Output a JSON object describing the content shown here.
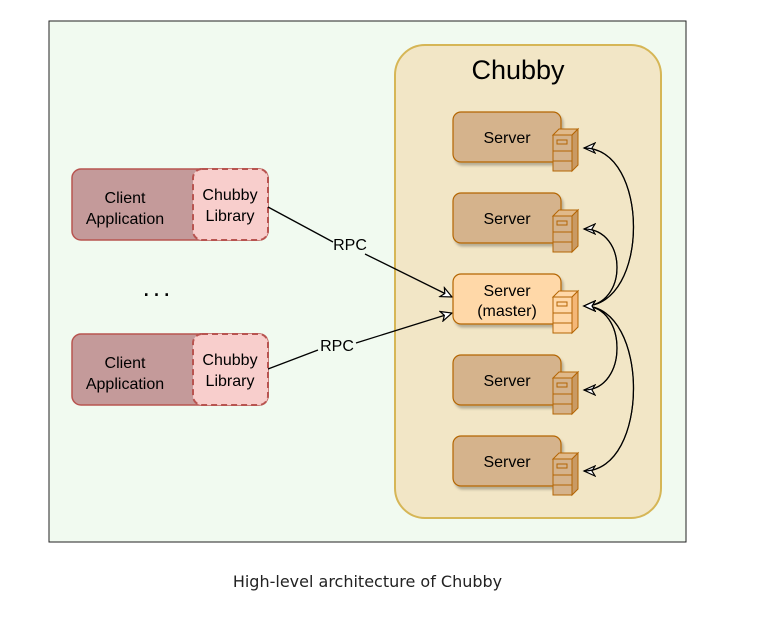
{
  "diagram": {
    "title": "Chubby",
    "clients": [
      {
        "app_line1": "Client",
        "app_line2": "Application",
        "lib_line1": "Chubby",
        "lib_line2": "Library",
        "edge_label": "RPC"
      },
      {
        "app_line1": "Client",
        "app_line2": "Application",
        "lib_line1": "Chubby",
        "lib_line2": "Library",
        "edge_label": "RPC"
      }
    ],
    "ellipsis": "...",
    "servers": [
      {
        "line1": "Server",
        "line2": "",
        "role": "replica"
      },
      {
        "line1": "Server",
        "line2": "",
        "role": "replica"
      },
      {
        "line1": "Server",
        "line2": "(master)",
        "role": "master"
      },
      {
        "line1": "Server",
        "line2": "",
        "role": "replica"
      },
      {
        "line1": "Server",
        "line2": "",
        "role": "replica"
      }
    ],
    "colors": {
      "background": "#f1faf0",
      "cell": "#f2e6c6",
      "cell_border": "#d6b656",
      "server": "#d5b38c",
      "server_border": "#b46504",
      "master": "#ffd8a8",
      "client_app": "#c49a9a",
      "client_border": "#b85450",
      "library": "#f8cecc"
    }
  },
  "caption": "High-level architecture of Chubby"
}
